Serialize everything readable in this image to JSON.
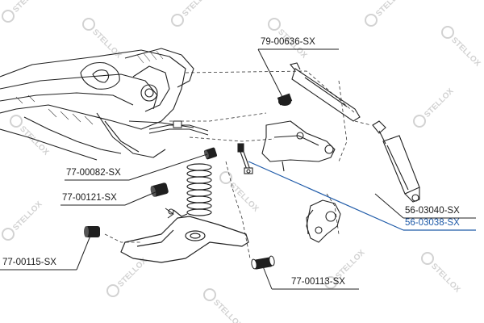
{
  "brand": {
    "watermark": "STELLOX",
    "reg_mark": "®"
  },
  "parts": [
    {
      "id": "p1",
      "number": "79-00636-SX",
      "highlight": false
    },
    {
      "id": "p2",
      "number": "77-00082-SX",
      "highlight": false
    },
    {
      "id": "p3",
      "number": "77-00121-SX",
      "highlight": false
    },
    {
      "id": "p4",
      "number": "56-03040-SX",
      "highlight": false
    },
    {
      "id": "p5",
      "number": "56-03038-SX",
      "highlight": true
    },
    {
      "id": "p6",
      "number": "77-00115-SX",
      "highlight": false
    },
    {
      "id": "p7",
      "number": "77-00113-SX",
      "highlight": false
    }
  ],
  "colors": {
    "line": "#222222",
    "highlight": "#1e5aa8",
    "watermark": "#d2d2d2",
    "rubber": "#1f1f1f"
  }
}
